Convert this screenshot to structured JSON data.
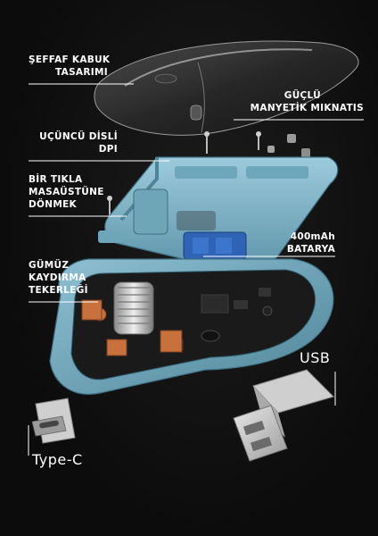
{
  "labels": {
    "shell": [
      "ŞEFFAF KABUK",
      "TASARIMI"
    ],
    "magnet": [
      "GÜÇLÜ",
      "MANYETİK MIKNATIS"
    ],
    "dpi": [
      "UÇÜNCÜ DİSLİ",
      "DPI"
    ],
    "desktop": [
      "BİR TIKLA",
      "MASAÜSTÜNE",
      "DÖNMEK"
    ],
    "battery": [
      "400mAh",
      "BATARYA"
    ],
    "wheel": [
      "GÜMÜZ",
      "KAYDIRMA",
      "TEKERLEĞİ"
    ],
    "usb": "USB",
    "typec": "Type-C"
  },
  "colors": {
    "background": "#0c0c0c",
    "housing": "#7fb4c8",
    "label": "#ffffff",
    "copper": "#c9713c"
  },
  "icons": [
    "transparent-shell-icon",
    "mouse-frame-icon",
    "battery-icon",
    "scroll-wheel-icon",
    "usb-receiver-icon",
    "type-c-adapter-icon",
    "magnet-icon",
    "screw-icon"
  ]
}
